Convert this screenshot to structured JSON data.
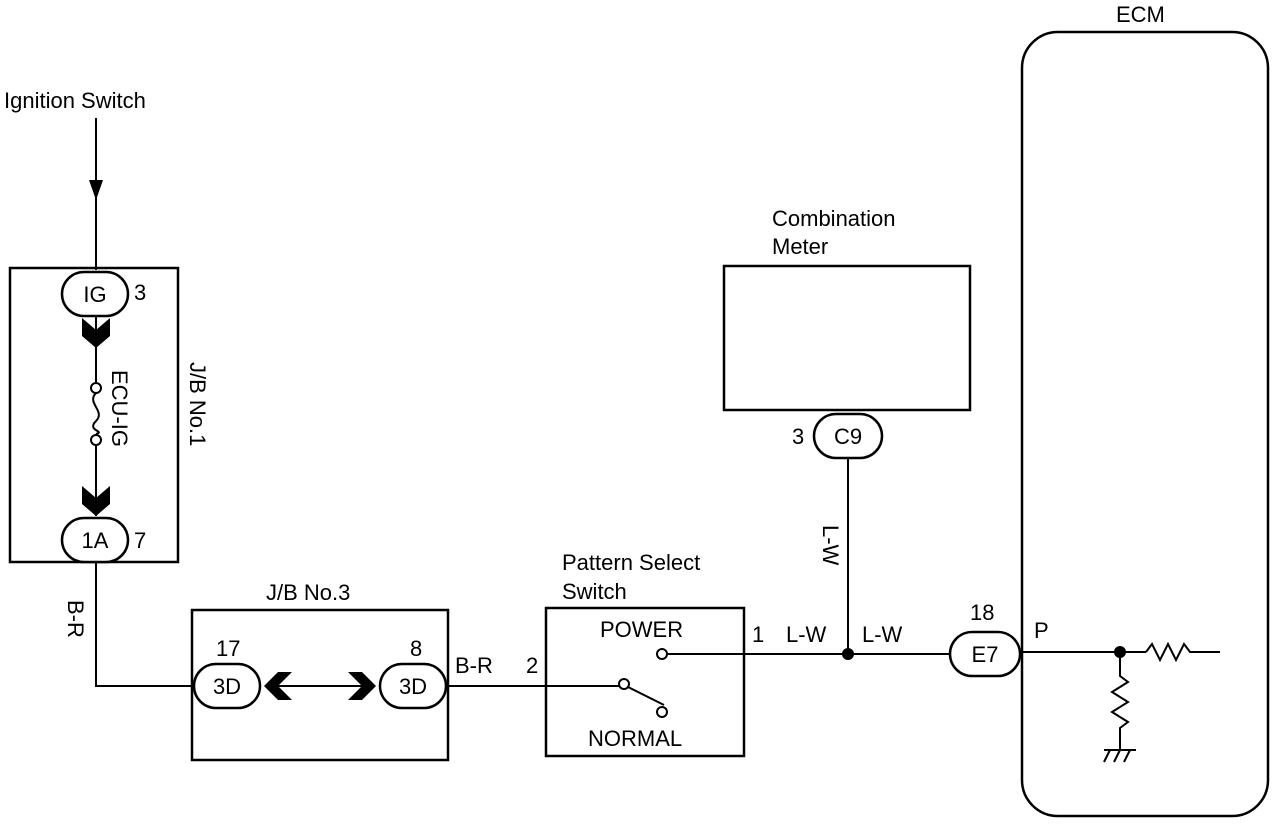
{
  "components": {
    "ignition_switch": "Ignition Switch",
    "jb1": "J/B No.1",
    "fuse": "ECU-IG",
    "jb3": "J/B No.3",
    "pattern_switch": [
      "Pattern Select",
      "Switch"
    ],
    "switch_power": "POWER",
    "switch_normal": "NORMAL",
    "combination_meter": [
      "Combination",
      "Meter"
    ],
    "ecm": "ECM"
  },
  "connectors": {
    "ig": {
      "name": "IG",
      "pin": "3"
    },
    "jb1_out": {
      "name": "1A",
      "pin": "7"
    },
    "jb3_in": {
      "name": "3D",
      "pin": "17"
    },
    "jb3_out": {
      "name": "3D",
      "pin": "8"
    },
    "switch_in_pin": "2",
    "switch_out_pin": "1",
    "meter": {
      "name": "C9",
      "pin": "3"
    },
    "ecm": {
      "name": "E7",
      "pin": "18",
      "terminal": "P"
    }
  },
  "wires": {
    "br_vertical": "B-R",
    "br_jb3_to_switch": "B-R",
    "lw_switch": "L-W",
    "lw_ecm": "L-W",
    "lw_meter": "L-W"
  }
}
